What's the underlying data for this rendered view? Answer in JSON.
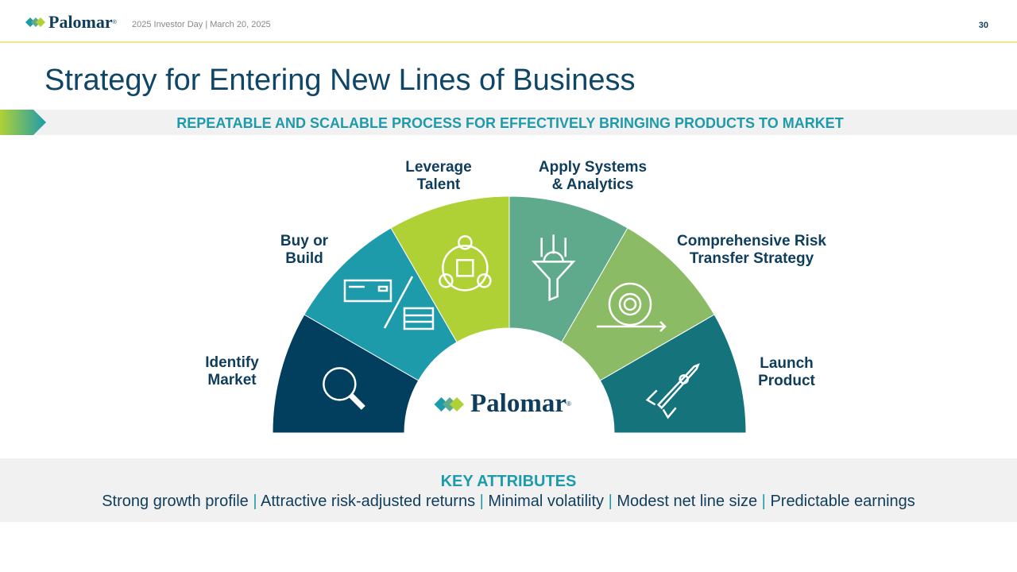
{
  "header": {
    "brand": "Palomar",
    "registered": "®",
    "subtitle": "2025 Investor Day | March 20, 2025",
    "page_number": "30"
  },
  "title": "Strategy for Entering New Lines of Business",
  "banner": "REPEATABLE AND SCALABLE PROCESS FOR EFFECTIVELY BRINGING PRODUCTS TO MARKET",
  "steps": [
    {
      "line1": "Identify",
      "line2": "Market",
      "color": "#023f5f",
      "icon": "magnifier-icon"
    },
    {
      "line1": "Buy or",
      "line2": "Build",
      "color": "#1e9bab",
      "icon": "check-and-bricks-icon"
    },
    {
      "line1": "Leverage",
      "line2": "Talent",
      "color": "#b0d136",
      "icon": "team-puzzle-icon"
    },
    {
      "line1": "Apply Systems",
      "line2": "& Analytics",
      "color": "#5faa8d",
      "icon": "funnel-icon"
    },
    {
      "line1": "Comprehensive Risk",
      "line2": "Transfer Strategy",
      "color": "#8bbb64",
      "icon": "gear-cycle-icon"
    },
    {
      "line1": "Launch",
      "line2": "Product",
      "color": "#14737b",
      "icon": "rocket-icon"
    }
  ],
  "center_logo": "Palomar",
  "key_attributes": {
    "heading": "KEY ATTRIBUTES",
    "items": [
      "Strong growth profile",
      "Attractive risk-adjusted returns",
      "Minimal volatility",
      "Modest net line size",
      "Predictable earnings"
    ],
    "separator": "|"
  }
}
